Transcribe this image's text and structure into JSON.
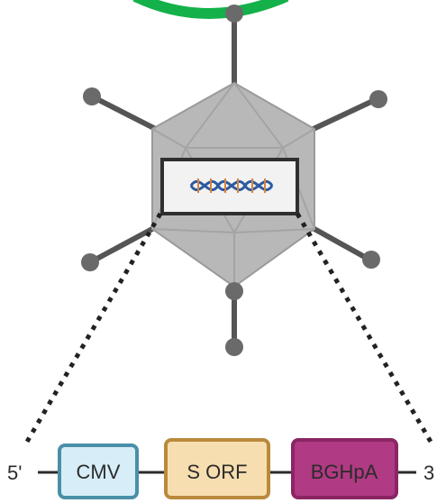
{
  "labels": {
    "five_prime": "5'",
    "three_prime": "3"
  },
  "cassette": [
    {
      "name": "cmv",
      "text": "CMV",
      "fill": "#d7eef8",
      "stroke": "#4a8fa8",
      "text_color": "#2b2b2b"
    },
    {
      "name": "s-orf",
      "text": "S ORF",
      "fill": "#f7deb0",
      "stroke": "#b98a3c",
      "text_color": "#2b2b2b"
    },
    {
      "name": "bghpa",
      "text": "BGHpA",
      "fill": "#b03a83",
      "stroke": "#8a2663",
      "text_color": "#ffffff"
    }
  ],
  "colors": {
    "capsid_fill": "#b8b8b8",
    "capsid_edge": "#9a9a9a",
    "fiber": "#555555",
    "knob": "#6a6a6a",
    "accent_green": "#14b14a",
    "dna_blue": "#2c5aa0",
    "dna_orange": "#d9833a"
  }
}
